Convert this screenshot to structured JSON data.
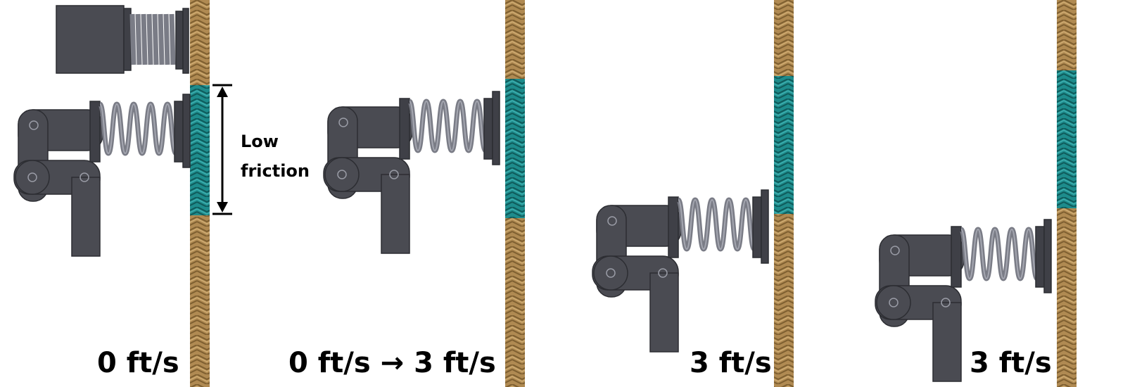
{
  "panels": [
    {
      "speed_label": "0 ft/s"
    },
    {
      "speed_label": "0 ft/s → 3 ft/s"
    },
    {
      "speed_label": "3 ft/s"
    },
    {
      "speed_label": "3 ft/s"
    }
  ],
  "annotation": {
    "line1": "Low",
    "line2": "friction"
  },
  "colors": {
    "rope": "#b08a52",
    "rope_dark": "#8a6a38",
    "low_friction_rope": "#1e8c8c",
    "low_friction_dark": "#136565",
    "mechanism": "#4a4b52",
    "mechanism_light": "#6b6d76",
    "spring": "#7a7c86"
  }
}
